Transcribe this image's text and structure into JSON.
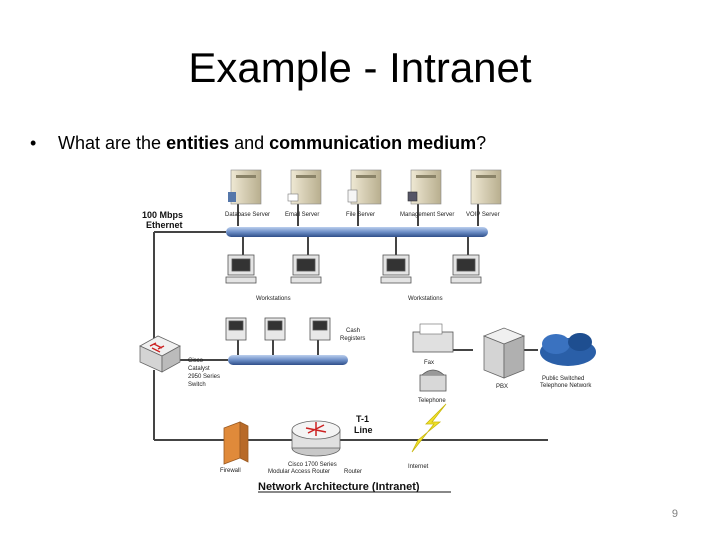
{
  "slide": {
    "title": "Example - Intranet",
    "bullet": {
      "prefix": "What are the ",
      "bold1": "entities",
      "middle": " and ",
      "bold2": "communication medium",
      "suffix": "?"
    },
    "page_number": "9"
  },
  "diagram": {
    "ethernet_label_1": "100 Mbps",
    "ethernet_label_2": "Ethernet",
    "servers": [
      "Database Server",
      "Email Server",
      "File Server",
      "Management Server",
      "VOIP Server"
    ],
    "workstations_label_left": "Workstations",
    "workstations_label_right": "Workstations",
    "cash_label_1": "Cash",
    "cash_label_2": "Registers",
    "switch_label_1": "Cisco",
    "switch_label_2": "Catalyst",
    "switch_label_3": "2950 Series",
    "switch_label_4": "Switch",
    "fax_label": "Fax",
    "telephone_label": "Telephone",
    "pbx_label": "PBX",
    "pstn_label_1": "Public Switched",
    "pstn_label_2": "Telephone Network",
    "t1_label_1": "T-1",
    "t1_label_2": "Line",
    "firewall_label": "Firewall",
    "router_label_1": "Cisco 1700 Series",
    "router_label_2": "Modular Access Router",
    "router_label_3": "Router",
    "internet_label": "Internet",
    "caption": "Network Architecture (Intranet)"
  },
  "colors": {
    "pipe": "#6d8fc7",
    "server": "#d9d2b8",
    "router": "#cc2222",
    "firewall": "#e08a3a",
    "lightning": "#f2e22a",
    "cloud": "#2a5fa8"
  }
}
